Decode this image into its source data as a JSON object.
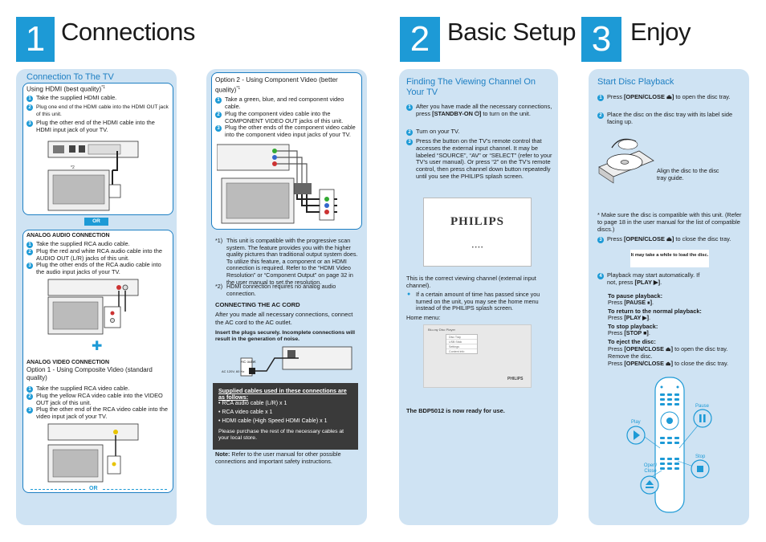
{
  "sections": {
    "s1": {
      "num": "1",
      "title": "Connections"
    },
    "s2": {
      "num": "2",
      "title": "Basic Setup"
    },
    "s3": {
      "num": "3",
      "title": "Enjoy"
    }
  },
  "p1": {
    "heading": "Connection To The TV",
    "hdmi_title": "Using HDMI (best quality)",
    "hdmi_sup": "*1",
    "hdmi_steps": [
      "Take the supplied HDMI cable.",
      "Plug one end of the HDMI cable into the HDMI OUT jack of this unit.",
      "Plug the other end of the HDMI cable into the HDMI input jack of your TV."
    ],
    "hdmi_note": "*2",
    "or1": "OR",
    "audio_title": "ANALOG AUDIO CONNECTION",
    "audio_steps": [
      "Take the supplied RCA audio cable.",
      "Plug the red and white RCA audio cable into the AUDIO OUT (L/R) jacks of this unit.",
      "Plug the other ends of the  RCA audio cable into the audio input jacks of your TV."
    ],
    "plus": "✚",
    "video_title": "ANALOG VIDEO CONNECTION",
    "video_opt": "Option 1 - Using Composite Video (standard quality)",
    "video_steps": [
      "Take the supplied RCA video cable.",
      "Plug the yellow RCA video cable into the VIDEO OUT jack of this unit.",
      "Plug the other end of the RCA video cable into the video input jack of your TV."
    ],
    "or2": "OR"
  },
  "p2": {
    "opt2_title": "Option 2 - Using Component Video (better quality)",
    "opt2_sup": "*1",
    "opt2_steps": [
      "Take a green, blue, and red component video cable.",
      "Plug the component video cable into the COMPONENT VIDEO OUT jacks of this unit.",
      "Plug the other ends of the component video cable into the component video input jacks of your TV."
    ],
    "fn1_mark": "*1)",
    "fn1": "This unit is compatible with the progressive scan system. The feature provides you with the higher quality pictures than traditional output system does. To utilize this feature, a component or an HDMI connection is required. Refer to the “HDMI Video Resolution” or “Component Output” on page 32 in the user manual to set the resolution.",
    "fn2_mark": "*2)",
    "fn2": "HDMI connection requires no analog audio connection.",
    "ac_title": "CONNECTING THE AC CORD",
    "ac_text": "After you made all necessary connections, connect the AC cord to the AC outlet.",
    "insert_text": "Insert the plugs securely. Incomplete connections will result in the generation of noise.",
    "ac_outlet": "AC outlet",
    "ac_volt": "AC 120V, 60 Hz",
    "supplied_title": "Supplied cables used in these connections are as follows:",
    "supplied_items": [
      "RCA audio cable (L/R) x 1",
      "RCA video cable x 1",
      "HDMI cable (High Speed HDMI Cable) x 1"
    ],
    "supplied_note": "Please purchase the rest of the necessary cables at your local store.",
    "note_label": "Note:",
    "note_text": " Refer to the user manual for other possible connections and important safety instructions."
  },
  "p3": {
    "heading": "Finding The Viewing Channel On Your TV",
    "step1_a": "After you have made all the necessary connections, press ",
    "step1_b": "[STANDBY-ON ⏻]",
    "step1_c": " to turn on the unit.",
    "step2": "Turn on your TV.",
    "step3": "Press the button on the TV’s remote control that accesses the external input channel. It may be labeled “SOURCE”, “AV” or “SELECT” (refer to your TV’s user manual). Or press “2” on the TV’s remote control, then press channel down button repeatedly until you see the PHILIPS splash screen.",
    "brand": "PHILIPS",
    "splash_dots": "• • • •",
    "correct": "This is the correct viewing channel (external input channel).",
    "bullet": "If a certain amount of time has passed since you turned on the unit, you may see the home menu instead of the PHILIPS splash screen.",
    "home_menu": "Home menu:",
    "menu_title": "Blu-ray Disc Player",
    "menu_items": [
      "Disc Tray",
      "USB Stick",
      "Settings",
      "Content info"
    ],
    "menu_brand": "PHILIPS",
    "ready": "The BDP5012 is now ready for use."
  },
  "p4": {
    "heading": "Start Disc Playback",
    "s1_a": "Press ",
    "s1_b": "[OPEN/CLOSE ⏏]",
    "s1_c": " to open the disc tray.",
    "s2": "Place the disc on the disc tray with its label side facing up.",
    "align": "Align the disc to the disc tray guide.",
    "compat": "* Make sure the disc is compatible with this unit. (Refer to page 18 in the user manual for the list of compatible discs.)",
    "s3_a": "Press ",
    "s3_b": "[OPEN/CLOSE ⏏]",
    "s3_c": " to close the disc tray.",
    "wait": "It may take a while to load the disc.",
    "s4_a": "Playback may start automatically. If not, press ",
    "s4_b": "[PLAY ▶]",
    "s4_c": ".",
    "pause_h": "To pause playback:",
    "pause_t1": "Press ",
    "pause_t2": "[PAUSE ⏸]",
    "pause_t3": ".",
    "return_h": "To return to the normal playback:",
    "return_t1": "Press ",
    "return_t2": "[PLAY ▶]",
    "return_t3": ".",
    "stop_h": "To stop playback:",
    "stop_t1": "Press ",
    "stop_t2": "[STOP ■]",
    "stop_t3": ".",
    "eject_h": "To eject the disc:",
    "eject_1a": "Press ",
    "eject_1b": "[OPEN/CLOSE ⏏]",
    "eject_1c": " to open the disc tray.",
    "eject_2": "Remove the disc.",
    "eject_3a": "Press ",
    "eject_3b": "[OPEN/CLOSE ⏏]",
    "eject_3c": " to close the disc tray.",
    "lbl_play": "Play",
    "lbl_pause": "Pause",
    "lbl_open": "Open/ Close",
    "lbl_stop": "Stop"
  },
  "colors": {
    "accent": "#1d9ad6",
    "panel": "#cfe3f3",
    "border": "#1d7fc3"
  }
}
